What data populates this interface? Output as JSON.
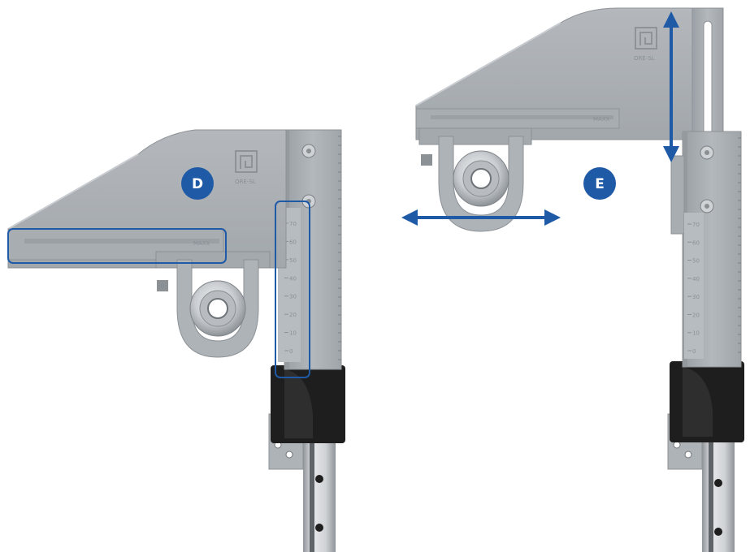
{
  "colors": {
    "accent": "#1f5aa6",
    "steel": "#a9aeb3",
    "steel_dark": "#8c9196",
    "steel_light": "#c4c8cc",
    "black": "#1e1e1e",
    "rail": "#d9dcdf",
    "background": "#ffffff"
  },
  "left_assembly": {
    "badge": "D",
    "logo_text": "ORE-SL",
    "bar_text": "MAXX",
    "scale_labels": [
      "70",
      "60",
      "50",
      "40",
      "30",
      "20",
      "10",
      "0"
    ],
    "highlights": [
      "horizontal-bar-highlight",
      "vertical-scale-highlight"
    ]
  },
  "right_assembly": {
    "badge": "E",
    "logo_text": "ORE-SL",
    "bar_text": "MAXX",
    "scale_labels": [
      "70",
      "60",
      "50",
      "40",
      "30",
      "20",
      "10",
      "0"
    ],
    "arrows": [
      "horizontal-double-arrow",
      "vertical-double-arrow"
    ]
  }
}
